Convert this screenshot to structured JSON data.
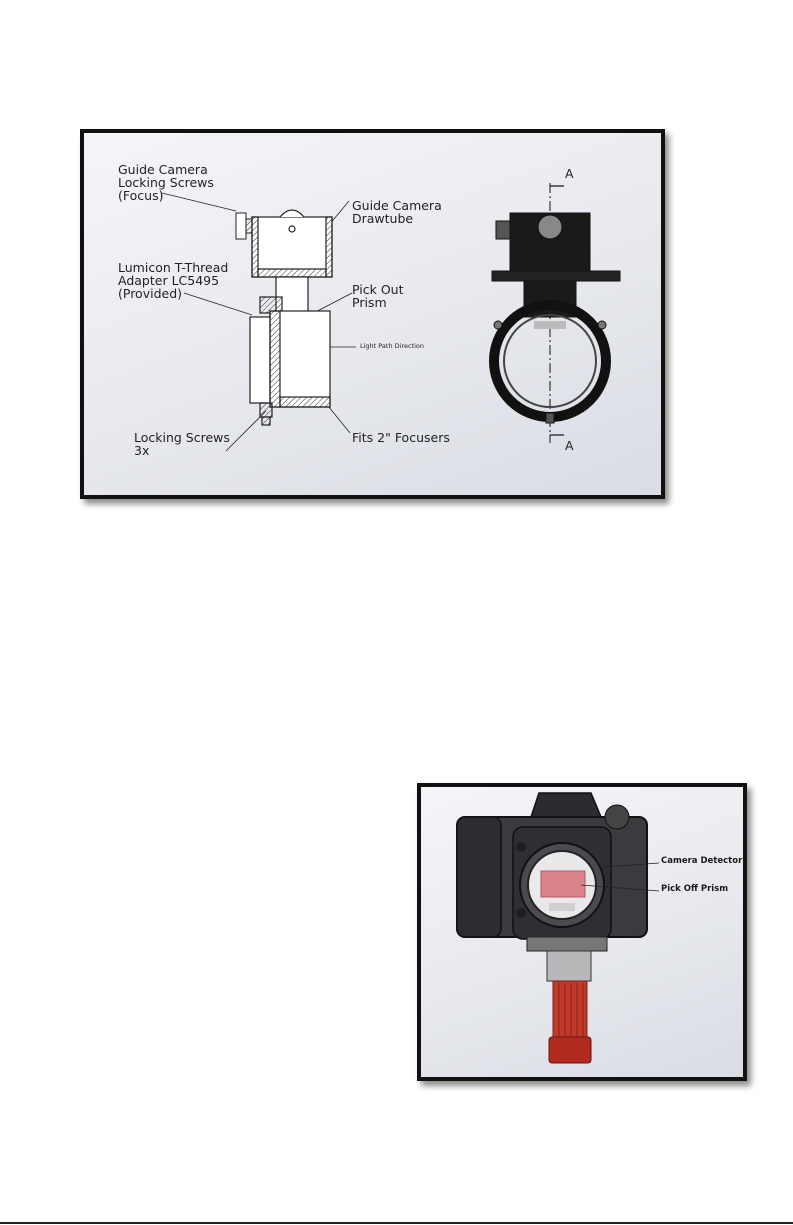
{
  "figure_top": {
    "labels": {
      "guide_locking": "Guide Camera\nLocking Screws\n(Focus)",
      "guide_drawtube": "Guide Camera\nDrawtube",
      "tthread": "Lumicon T-Thread\nAdapter LC5495\n(Provided)",
      "pick_out": "Pick Out\nPrism",
      "light_path": "Light Path Direction",
      "locking_screws": "Locking Screws\n3x",
      "fits": "Fits 2\" Focusers",
      "section_top": "A",
      "section_bottom": "A"
    }
  },
  "figure_bottom": {
    "labels": {
      "camera_detector": "Camera Detector",
      "pick_off": "Pick Off Prism"
    },
    "colors": {
      "camera_body": "#3a3b3f",
      "prism": "#d9838a",
      "focuser": "#c0392b"
    }
  }
}
